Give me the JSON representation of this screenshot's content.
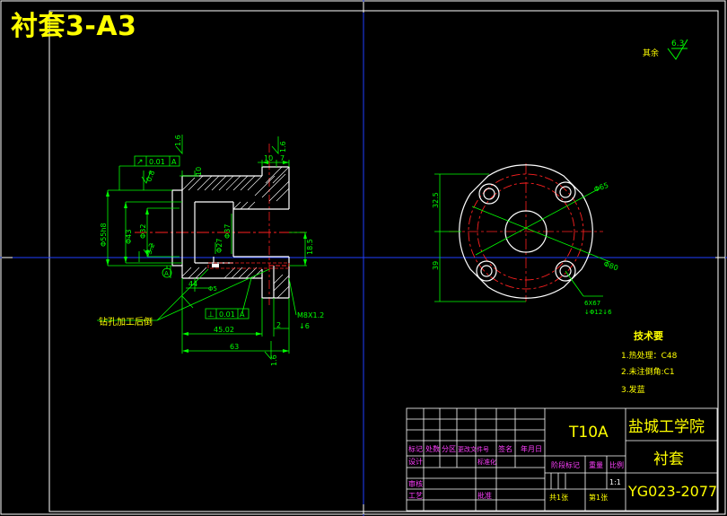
{
  "sheet": {
    "title": "衬套3-A3"
  },
  "colors": {
    "background": "#000000",
    "frame": "#ffffff",
    "viewport": "#1f3fff",
    "geometry": "#ffffff",
    "dimension": "#00ff00",
    "centerline": "#ff2020",
    "hatch": "#ffffff",
    "annotation": "#ffff00",
    "school": "#ffff00",
    "titleblock_line": "#ffffff",
    "titleblock_label": "#ff40ff"
  },
  "surface_finish": {
    "general_label": "其余",
    "general_value": "6.3",
    "left_value": "1.6",
    "bore_value": "0.8",
    "hole_value": "3.2",
    "bottom_value": "1.6",
    "side_value": "1.6"
  },
  "front_view": {
    "tol_top_symbol": "↗",
    "tol_top_value": "0.01",
    "tol_top_datum": "A",
    "tol_bottom_symbol": "⊥",
    "tol_bottom_value": "0.01",
    "tol_bottom_datum": "A",
    "datum_label": "A",
    "dim_10_top": "10",
    "dim_7": "7",
    "dim_10_left": "10",
    "dim_outer_dia": "Φ55h8",
    "dim_bore_dia": "Φ37",
    "dim_outer_small": "Φ43",
    "dim_bore_mid": "Φ32",
    "dim_flange_dia": "Φ27",
    "dim_hole_dia": "Φ5",
    "dim_44": "44",
    "dim_45": "45.02",
    "dim_63": "63",
    "dim_2": "2",
    "thread_callout": "M8X1.2",
    "thread_depth": "↓6",
    "dim_185": "18.5",
    "note_drill": "钻孔加工后倒"
  },
  "side_view": {
    "dim_325": "32.5",
    "dim_39": "39",
    "dim_phi65": "Φ65",
    "dim_phi80": "Φ80",
    "hole_callout": "6X67",
    "hole_depth": "↓Φ12↓6"
  },
  "tech_requirements": {
    "heading": "技术要",
    "items": [
      "1.热处理：C48",
      "2.未注倒角:C1",
      "3.发蓝"
    ]
  },
  "title_block": {
    "part_material": "T10A",
    "school": "盐城工学院",
    "part_name": "衬套",
    "drawing_number": "YG023-2077",
    "scale": "1:1",
    "sheet_total": "共1张",
    "sheet_index": "第1张",
    "labels": {
      "mark": "标记",
      "count": "处数",
      "zone": "分区",
      "change_doc": "更改文件号",
      "signature": "签名",
      "date": "年月日",
      "design": "设计",
      "standardization": "标准化",
      "stage_mark": "阶段标记",
      "weight": "重量",
      "scale_label": "比例",
      "review": "审核",
      "process": "工艺",
      "approve": "批准"
    }
  }
}
